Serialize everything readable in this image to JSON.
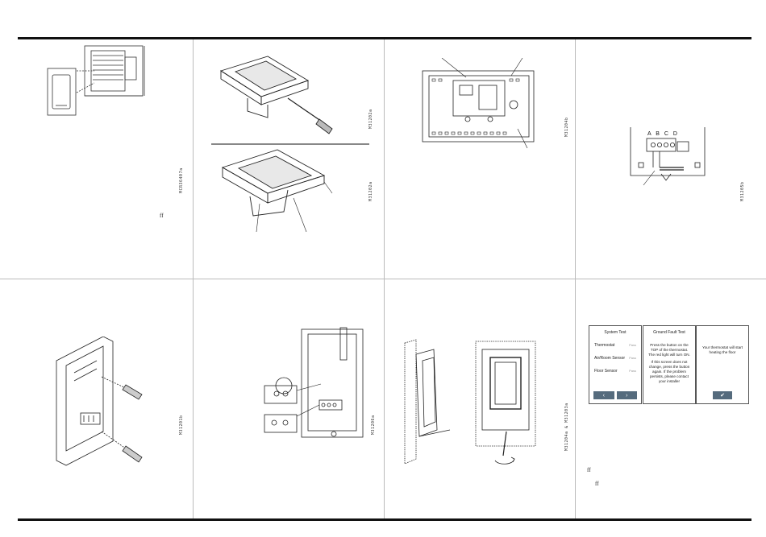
{
  "figure_codes": {
    "p1": "MCR36407a",
    "p2a": "M31202a",
    "p2b": "M31202a",
    "p3": "M31204b",
    "p4": "M31205b",
    "p5": "M31201b",
    "p6": "M31206a",
    "p7": "M31204a & M31203a",
    "p8": ""
  },
  "ligature_marks": [
    "ff",
    "ff",
    "ff"
  ],
  "terminal_labels": "A B C D",
  "screens": {
    "system_test": {
      "title": "System Test",
      "rows": [
        {
          "label": "Thermostat",
          "status": "Pass"
        },
        {
          "label": "Air/Room Sensor",
          "status": "Pass"
        },
        {
          "label": "Floor Sensor",
          "status": "Pass"
        }
      ],
      "prev_icon": "chevron-left-icon",
      "next_icon": "chevron-right-icon"
    },
    "ground_fault_test": {
      "title": "Ground Fault Test",
      "body": "Press the button on the TOP of the thermostat. The red light will turn ON.",
      "body2": "If this screen does not change, press the button again. If the problem persists, please contact your installer"
    },
    "heating": {
      "body": "Your thermostat will start heating the floor",
      "ok_icon": "checkmark-icon"
    }
  },
  "colors": {
    "button": "#556b7d",
    "rule": "#111111"
  }
}
